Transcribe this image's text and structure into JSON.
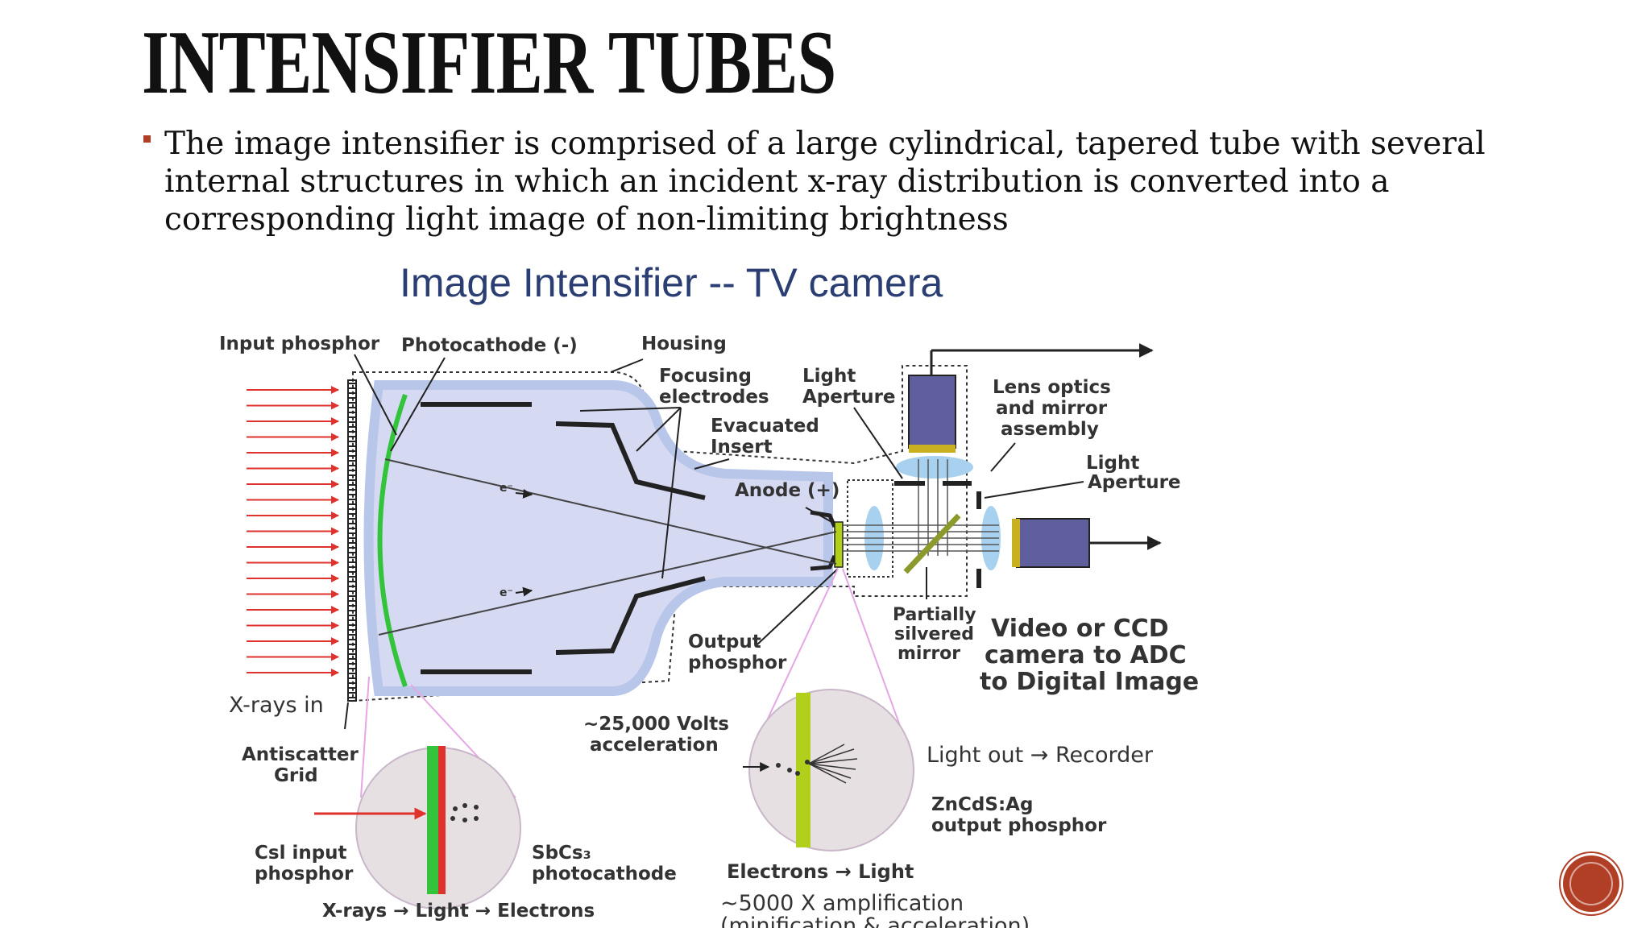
{
  "slide": {
    "title": "INTENSIFIER TUBES",
    "bullet": [
      "The image intensifier is comprised of a large cylindrical, tapered tube with several",
      "internal structures in which an incident x-ray distribution is converted into a",
      "corresponding light image of non-limiting brightness"
    ]
  },
  "diagram": {
    "title": "Image Intensifier -- TV camera",
    "labels": {
      "input_phosphor": "Input phosphor",
      "photocathode": "Photocathode (-)",
      "housing": "Housing",
      "focusing_1": "Focusing",
      "focusing_2": "electrodes",
      "light_ap1_1": "Light",
      "light_ap1_2": "Aperture",
      "lens_1": "Lens optics",
      "lens_2": "and mirror",
      "lens_3": "assembly",
      "evac_1": "Evacuated",
      "evac_2": "Insert",
      "light_ap2_1": "Light",
      "light_ap2_2": "Aperture",
      "anode": "Anode (+)",
      "electron_1": "e⁻",
      "electron_2": "e⁻",
      "partial_1": "Partially",
      "partial_2": "silvered",
      "partial_3": "mirror",
      "video_1": "Video or CCD",
      "video_2": "camera to ADC",
      "video_3": "to Digital Image",
      "output_1": "Output",
      "output_2": "phosphor",
      "xrays_in": "X-rays in",
      "volts_1": "~25,000 Volts",
      "volts_2": "acceleration",
      "anti_1": "Antiscatter",
      "anti_2": "Grid",
      "csi_1": "Csl input",
      "csi_2": "phosphor",
      "sbcs_1": "SbCs₃",
      "sbcs_2": "photocathode",
      "xle": "X-rays → Light → Electrons",
      "light_out": "Light out → Recorder",
      "zncds_1": "ZnCdS:Ag",
      "zncds_2": "output phosphor",
      "elec_light": "Electrons → Light",
      "amp_1": "~5000 X amplification",
      "amp_2": "(minification & acceleration)"
    }
  },
  "colors": {
    "accent": "#b13f26",
    "tube_fill": "#d6d9f2",
    "tube_edge": "#b8c6ea",
    "xray_arrow": "#e0322d",
    "phosphor_green": "#33c43b",
    "output_phosphor": "#b0d01b",
    "camera_body": "#5f5f9e",
    "lens": "#a8d0ef",
    "title_blue": "#2b3e73"
  },
  "nav": {
    "icon": "next-slide-icon"
  }
}
